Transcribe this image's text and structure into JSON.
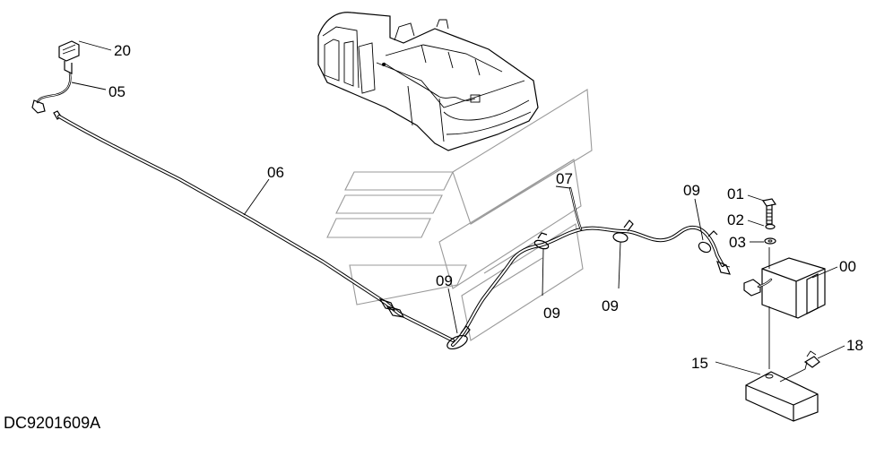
{
  "document_id": "DC9201609A",
  "callouts": {
    "p20": "20",
    "p05": "05",
    "p06": "06",
    "p07": "07",
    "p09a": "09",
    "p09b": "09",
    "p09c": "09",
    "p09d": "09",
    "p01": "01",
    "p02": "02",
    "p03": "03",
    "p00": "00",
    "p15": "15",
    "p18": "18"
  }
}
